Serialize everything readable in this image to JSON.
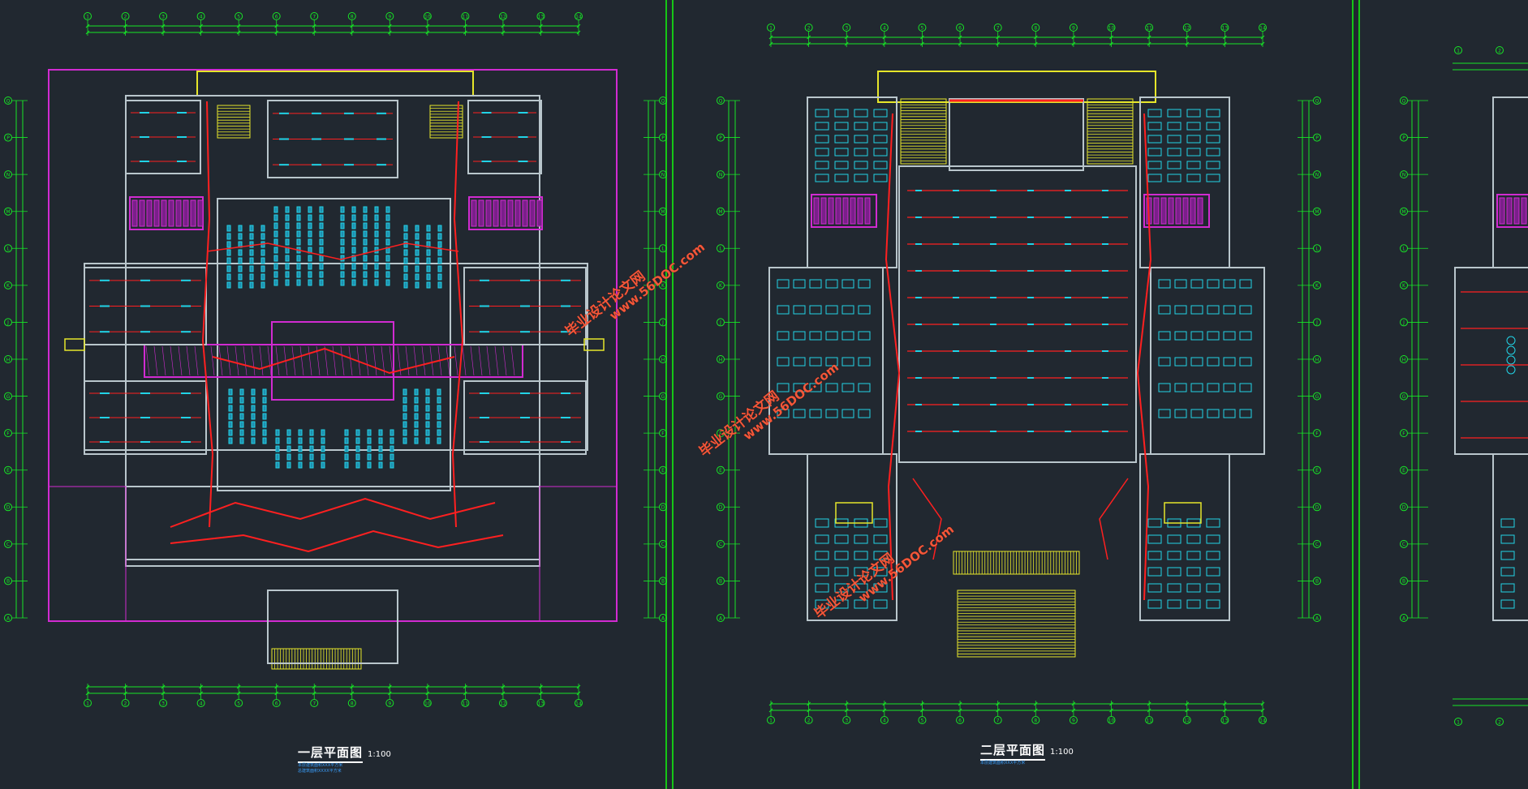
{
  "sheet": {
    "background": "#212830",
    "colors": {
      "wall": "#b9c6cc",
      "grid": "#17e626",
      "wire": "#ff2020",
      "fixture": "#22d3e6",
      "fill": "#1f8fb0",
      "accent": "#d12bd1",
      "stair": "#e6e62a",
      "frame": "#16c616"
    }
  },
  "plan1": {
    "title": "一层平面图",
    "scale": "1:100",
    "notes": [
      "本层建筑面积XXX平方米",
      "总建筑面积XXXX平方米"
    ],
    "axis_numbers": [
      "1",
      "2",
      "3",
      "4",
      "5",
      "6",
      "7",
      "8",
      "9",
      "10",
      "11",
      "12",
      "13",
      "14"
    ],
    "axis_letters": [
      "Q",
      "P",
      "N",
      "M",
      "L",
      "K",
      "J",
      "H",
      "G",
      "F",
      "E",
      "D",
      "C",
      "B",
      "A"
    ]
  },
  "plan2": {
    "title": "二层平面图",
    "scale": "1:100",
    "notes": [
      "本层建筑面积XXX平方米"
    ],
    "axis_numbers": [
      "1",
      "2",
      "3",
      "4",
      "5",
      "6",
      "7",
      "8",
      "9",
      "10",
      "11",
      "12",
      "13",
      "14"
    ],
    "axis_letters": [
      "Q",
      "P",
      "N",
      "M",
      "L",
      "K",
      "J",
      "H",
      "G",
      "F",
      "E",
      "D",
      "C",
      "B",
      "A"
    ]
  },
  "plan3": {
    "axis_numbers": [
      "1",
      "2"
    ],
    "axis_letters": [
      "Q",
      "P",
      "N",
      "M",
      "L",
      "K",
      "J",
      "H",
      "G",
      "F",
      "E",
      "D",
      "C",
      "B",
      "A"
    ]
  },
  "watermarks": [
    {
      "main": "毕业设计论文网",
      "sub": "www.56DOC.com"
    },
    {
      "main": "毕业设计论文网",
      "sub": "www.56DOC.com"
    },
    {
      "main": "毕业设计论文网",
      "sub": "www.56DOC.com"
    }
  ]
}
